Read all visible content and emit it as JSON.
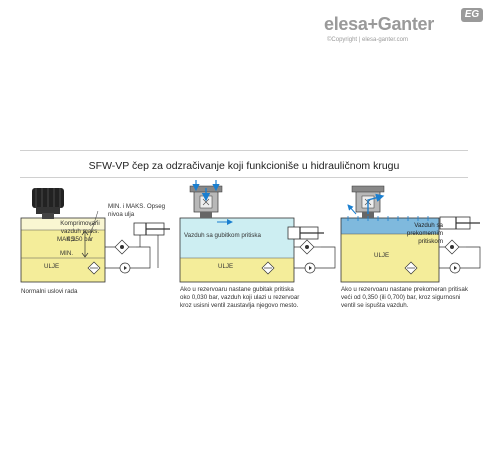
{
  "brand": {
    "name": "elesa+Ganter",
    "badge": "EG",
    "copyright": "©Copyright | elesa-ganter.com"
  },
  "title": "SFW-VP čep za odzračivanje koji funkcioniše u hidrauličnom krugu",
  "colors": {
    "oil": "#f4ed9a",
    "air": "#cdeef2",
    "airPressure": "#7fb9dd",
    "flow": "#1a7fd0",
    "line": "#333333"
  },
  "panel1": {
    "label_compressed": "Komprimovani vazduh maks. 0,350 bar",
    "label_min_max": "MIN. i MAKS. Opseg nivoa ulja",
    "label_max": "MAKS.",
    "label_min": "MIN.",
    "label_oil": "ULJE",
    "caption": "Normalni uslovi rada"
  },
  "panel2": {
    "label_air": "Vazduh sa gubitkom pritiska",
    "label_oil": "ULJE",
    "caption": "Ako u rezervoaru nastane gubitak pritiska oko 0,030 bar, vazduh koji ulazi u rezervoar kroz usisni ventil zaustavlja njegovo mesto."
  },
  "panel3": {
    "label_air": "Vazduh sa prekomernim pritiskom",
    "label_oil": "ULJE",
    "caption": "Ako u rezervoaru nastane prekomeran pritisak veći od 0,350 (ili 0,700) bar, kroz sigurnosni ventil se ispušta vazduh."
  }
}
